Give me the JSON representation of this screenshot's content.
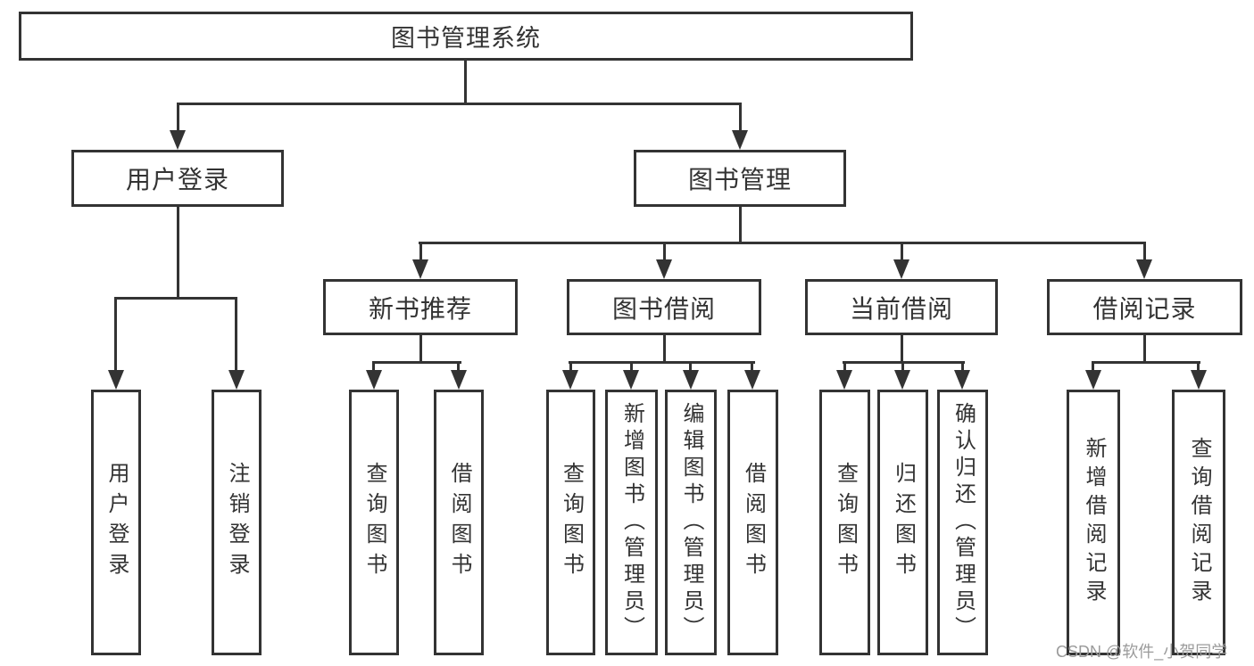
{
  "diagram": {
    "type": "hierarchy",
    "colors": {
      "background": "#ffffff",
      "line": "#333333",
      "text": "#333333",
      "watermark": "#9b9b9b"
    },
    "root": {
      "label": "图书管理系统"
    },
    "level2": [
      {
        "label": "用户登录"
      },
      {
        "label": "图书管理"
      }
    ],
    "level3": [
      {
        "label": "新书推荐",
        "parent": "图书管理"
      },
      {
        "label": "图书借阅",
        "parent": "图书管理"
      },
      {
        "label": "当前借阅",
        "parent": "图书管理"
      },
      {
        "label": "借阅记录",
        "parent": "图书管理"
      }
    ],
    "leaves": [
      {
        "label": "用户登录",
        "parent": "用户登录"
      },
      {
        "label": "注销登录",
        "parent": "用户登录"
      },
      {
        "label": "查询图书",
        "parent": "新书推荐"
      },
      {
        "label": "借阅图书",
        "parent": "新书推荐"
      },
      {
        "label": "查询图书",
        "parent": "图书借阅"
      },
      {
        "label": "新增图书（管理员）",
        "parent": "图书借阅"
      },
      {
        "label": "编辑图书（管理员）",
        "parent": "图书借阅"
      },
      {
        "label": "借阅图书",
        "parent": "图书借阅"
      },
      {
        "label": "查询图书",
        "parent": "当前借阅"
      },
      {
        "label": "归还图书",
        "parent": "当前借阅"
      },
      {
        "label": "确认归还（管理员）",
        "parent": "当前借阅"
      },
      {
        "label": "新增借阅记录",
        "parent": "借阅记录"
      },
      {
        "label": "查询借阅记录",
        "parent": "借阅记录"
      }
    ],
    "watermark": "CSDN @软件_小贺同学"
  }
}
